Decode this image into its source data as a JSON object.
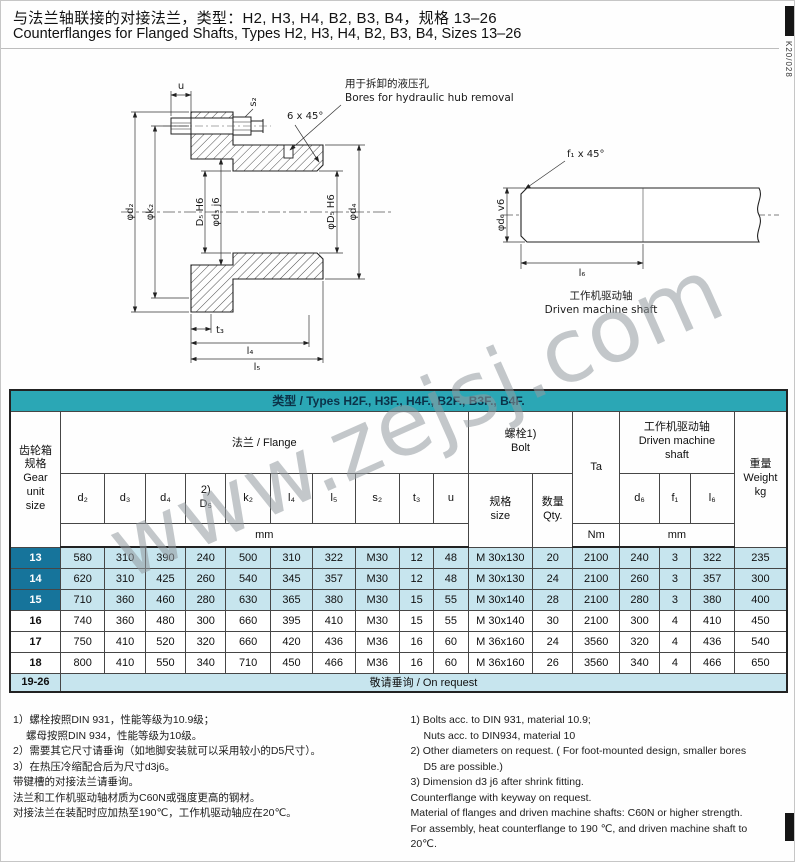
{
  "header": {
    "title_zh": "与法兰轴联接的对接法兰，类型：H2, H3, H4, B2, B3, B4，规格 13–26",
    "title_en": "Counterflanges for Flanged Shafts, Types H2, H3, H4, B2, B3, B4, Sizes 13–26",
    "page_code": "K20/028"
  },
  "watermark": "www.zejsj.com",
  "colors": {
    "header_teal": "#2ba7b5",
    "row_highlight": "#c7e5ee",
    "row_label_dark": "#16749b"
  },
  "drawing": {
    "callout_zh": "用于拆卸的液压孔",
    "callout_en": "Bores for hydraulic hub removal",
    "chamfer": "6 x 45°",
    "dim_u": "u",
    "dim_s2": "s₂",
    "dim_d2": "φd₂",
    "dim_k2": "φk₂",
    "dim_D5_left": "D₅ H6",
    "dim_d3": "φd₃ j6",
    "dim_D5_right": "φD₅ H6",
    "dim_d4": "φd₄",
    "dim_t3": "t₃",
    "dim_l4": "l₄",
    "dim_l5": "l₅",
    "shaft_chamfer": "f₁ x 45°",
    "shaft_d6": "φd₆ v6",
    "shaft_l6": "l₆",
    "shaft_caption_zh": "工作机驱动轴",
    "shaft_caption_en": "Driven machine shaft"
  },
  "table": {
    "title": "类型 / Types H2F., H3F., H4F., B2F., B3F., B4F.",
    "headers": {
      "gear": "齿轮箱\n规格\nGear\nunit\nsize",
      "flange": "法兰 / Flange",
      "bolt": "螺栓1)\nBolt",
      "ta": "Ta",
      "shaft": "工作机驱动轴\nDriven machine\nshaft",
      "weight": "重量\nWeight\nkg",
      "sub_d2": "d₂",
      "sub_d3": "d₃",
      "sub_d4": "d₄",
      "sub_D5": "2)\nD₅",
      "sub_k2": "k₂",
      "sub_l4": "l₄",
      "sub_l5": "l₅",
      "sub_s2": "s₂",
      "sub_t3": "t₃",
      "sub_u": "u",
      "bolt_size": "规格\nsize",
      "bolt_qty": "数量\nQty.",
      "shaft_d6": "d₆",
      "shaft_f1": "f₁",
      "shaft_l6": "l₆",
      "unit_mm": "mm",
      "unit_nm": "Nm"
    },
    "rows": [
      {
        "size": "13",
        "d2": "580",
        "d3": "310",
        "d4": "390",
        "D5": "240",
        "k2": "500",
        "l4": "310",
        "l5": "322",
        "s2": "M30",
        "t3": "12",
        "u": "48",
        "bolt_size": "M 30x130",
        "qty": "20",
        "ta": "2100",
        "d6": "240",
        "f1": "3",
        "l6": "322",
        "weight": "235"
      },
      {
        "size": "14",
        "d2": "620",
        "d3": "310",
        "d4": "425",
        "D5": "260",
        "k2": "540",
        "l4": "345",
        "l5": "357",
        "s2": "M30",
        "t3": "12",
        "u": "48",
        "bolt_size": "M 30x130",
        "qty": "24",
        "ta": "2100",
        "d6": "260",
        "f1": "3",
        "l6": "357",
        "weight": "300"
      },
      {
        "size": "15",
        "d2": "710",
        "d3": "360",
        "d4": "460",
        "D5": "280",
        "k2": "630",
        "l4": "365",
        "l5": "380",
        "s2": "M30",
        "t3": "15",
        "u": "55",
        "bolt_size": "M 30x140",
        "qty": "28",
        "ta": "2100",
        "d6": "280",
        "f1": "3",
        "l6": "380",
        "weight": "400"
      },
      {
        "size": "16",
        "d2": "740",
        "d3": "360",
        "d4": "480",
        "D5": "300",
        "k2": "660",
        "l4": "395",
        "l5": "410",
        "s2": "M30",
        "t3": "15",
        "u": "55",
        "bolt_size": "M 30x140",
        "qty": "30",
        "ta": "2100",
        "d6": "300",
        "f1": "4",
        "l6": "410",
        "weight": "450"
      },
      {
        "size": "17",
        "d2": "750",
        "d3": "410",
        "d4": "520",
        "D5": "320",
        "k2": "660",
        "l4": "420",
        "l5": "436",
        "s2": "M36",
        "t3": "16",
        "u": "60",
        "bolt_size": "M 36x160",
        "qty": "24",
        "ta": "3560",
        "d6": "320",
        "f1": "4",
        "l6": "436",
        "weight": "540"
      },
      {
        "size": "18",
        "d2": "800",
        "d3": "410",
        "d4": "550",
        "D5": "340",
        "k2": "710",
        "l4": "450",
        "l5": "466",
        "s2": "M36",
        "t3": "16",
        "u": "60",
        "bolt_size": "M 36x160",
        "qty": "26",
        "ta": "3560",
        "d6": "340",
        "f1": "4",
        "l6": "466",
        "weight": "650"
      }
    ],
    "request": {
      "size": "19-26",
      "text": "敬请垂询 / On request"
    }
  },
  "notes": {
    "left": [
      "1）螺栓按照DIN 931，性能等级为10.9级；",
      "螺母按照DIN 934，性能等级为10级。",
      "2）需要其它尺寸请垂询（如地脚安装就可以采用较小的D5尺寸）。",
      "3）在热压冷缩配合后为尺寸d3j6。",
      "带键槽的对接法兰请垂询。",
      "法兰和工作机驱动轴材质为C60N或强度更高的钢材。",
      "对接法兰在装配时应加热至190℃，工作机驱动轴应在20℃。"
    ],
    "right": [
      "1) Bolts acc. to DIN 931, material 10.9;",
      "Nuts acc. to DIN934, material 10",
      "2) Other diameters on request. ( For foot-mounted design, smaller bores",
      "D5 are possible.)",
      "3) Dimension d3 j6 after shrink fitting.",
      "Counterflange with keyway on request.",
      "Material of flanges and driven machine shafts: C60N or higher strength.",
      "For assembly, heat counterflange to 190 ℃, and driven machine shaft to",
      "20℃."
    ]
  }
}
